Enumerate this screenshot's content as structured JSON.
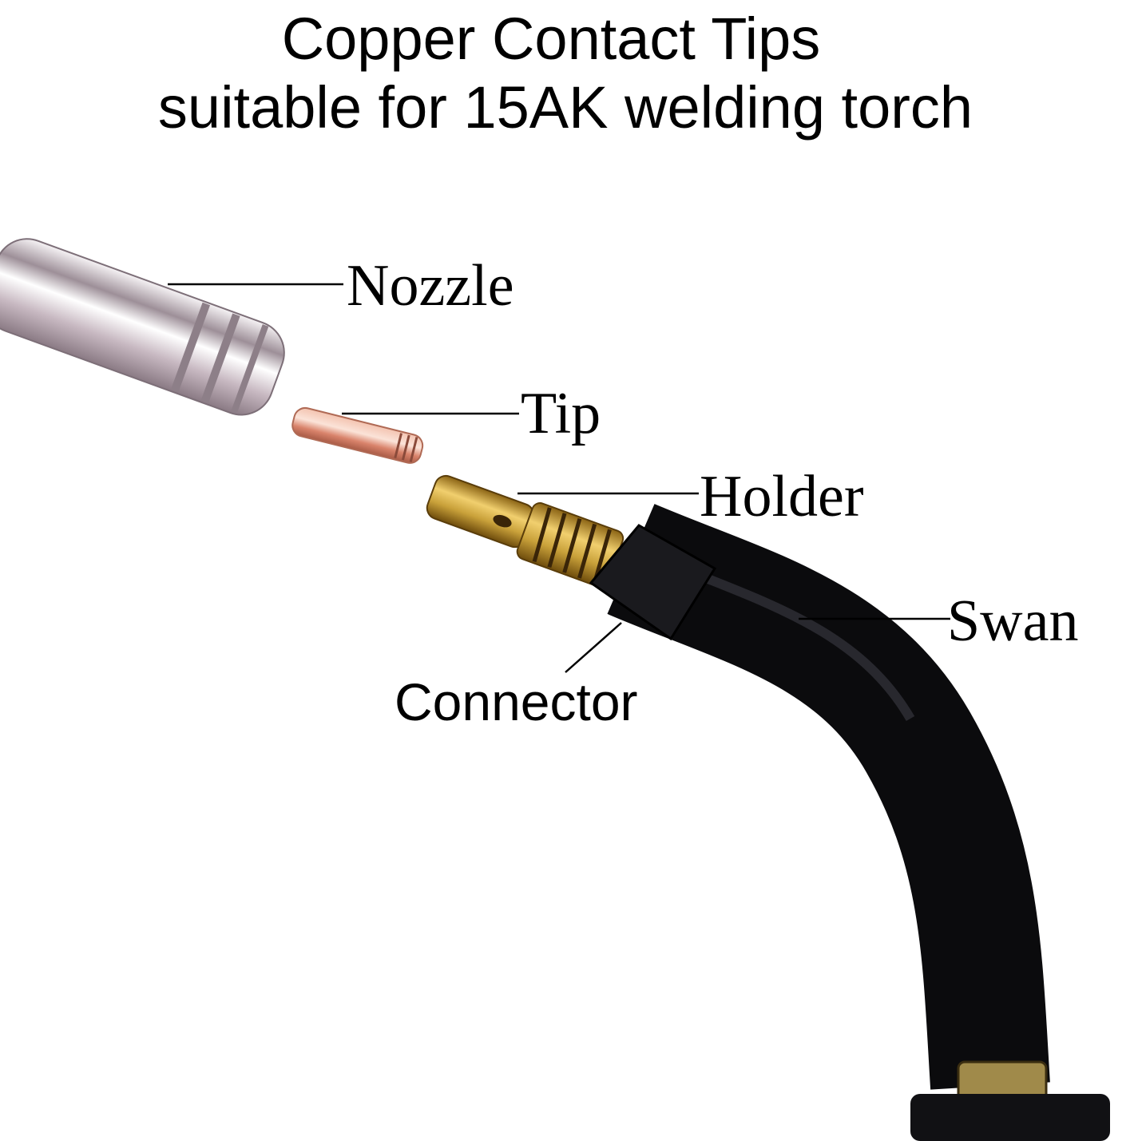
{
  "title": {
    "line1": "Copper Contact Tips",
    "line2": "suitable for 15AK welding torch"
  },
  "labels": {
    "nozzle": "Nozzle",
    "tip": "Tip",
    "holder": "Holder",
    "swan": "Swan",
    "connector": "Connector"
  },
  "colors": {
    "nozzle_chrome": "#e8e0e6",
    "tip_copper": "#d9836b",
    "holder_brass": "#c9a13a",
    "swan_body": "#0b0b0d",
    "leader_line": "#000000"
  }
}
